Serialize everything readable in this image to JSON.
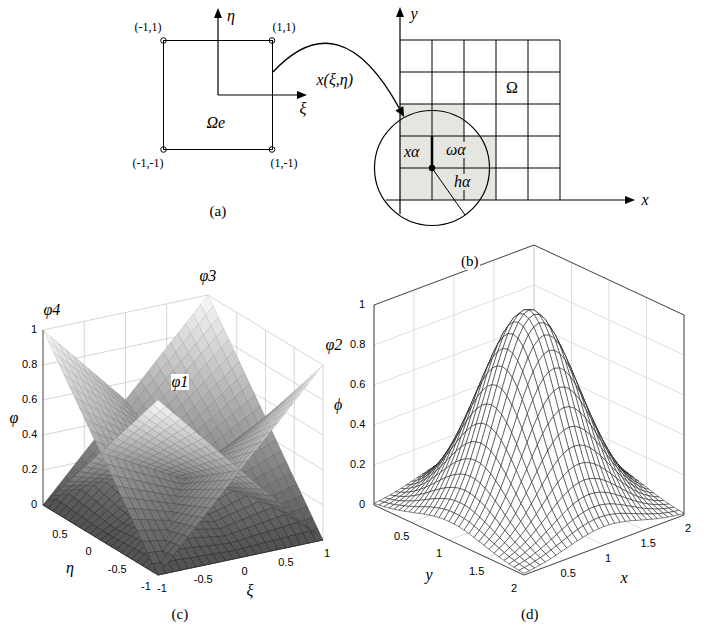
{
  "diagram": {
    "nodes": [
      {
        "text": [
          "Ωe"
        ]
      },
      {
        "text": [
          "xα",
          "ωα",
          "hα"
        ]
      }
    ],
    "edges": [
      {
        "from": 0,
        "to": 1,
        "arrow": "to",
        "label": "x(ξ,η)"
      }
    ],
    "labels": [
      "η",
      "ξ",
      "(-1,1)",
      "(1,1)",
      "(-1,-1)",
      "(1,-1)",
      "(a)",
      "y",
      "x",
      "Ω",
      "(b)",
      "φ3",
      "φ4",
      "φ2",
      "φ1",
      "φ",
      "1",
      "0.8",
      "0.6",
      "0.4",
      "0.2",
      "0",
      "0.5",
      "0",
      "-0.5",
      "-1",
      "η",
      "-1",
      "-0.5",
      "0",
      "0.5",
      "1",
      "ξ",
      "(c)",
      "ϕ",
      "1",
      "0.8",
      "0.6",
      "0.4",
      "0.2",
      "0",
      "0.5",
      "1",
      "1.5",
      "2",
      "y",
      "0.5",
      "1",
      "1.5",
      "2",
      "x",
      "(d)"
    ]
  }
}
